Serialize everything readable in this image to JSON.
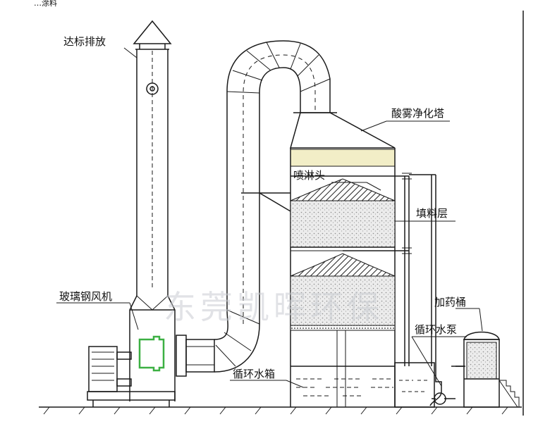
{
  "diagram": {
    "top_fragment": "…涂料",
    "labels": {
      "discharge": "达标排放",
      "tower": "酸雾净化塔",
      "spray_head": "喷淋头",
      "packing_layer": "填料层",
      "fan": "玻璃钢风机",
      "dosing_tank": "加药桶",
      "pump": "循环水泵",
      "water_tank": "循环水箱"
    },
    "watermark": "东莞凯晖环保",
    "colors": {
      "line": "#1a1a1a",
      "fan_accent": "#3cb043",
      "demister": "#f2eec7",
      "packing": "#e6e6e6"
    }
  }
}
